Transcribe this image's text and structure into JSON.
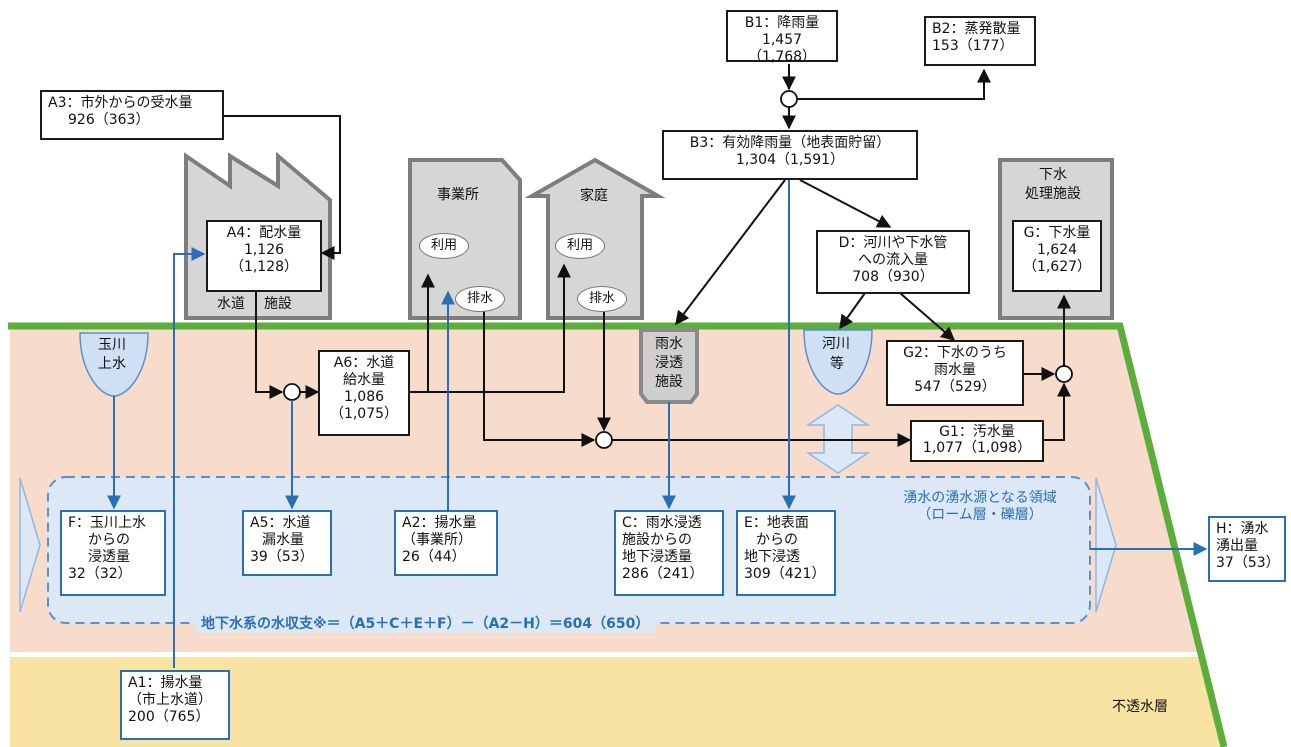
{
  "nodes": {
    "A1": {
      "lines": [
        "A1：揚水量",
        "（市上水道）",
        "200（765）"
      ]
    },
    "A2": {
      "lines": [
        "A2：揚水量",
        "（事業所）",
        "26（44）"
      ]
    },
    "A3": {
      "lines": [
        "A3：市外からの受水量",
        "926（363）"
      ]
    },
    "A4": {
      "lines": [
        "A4：配水量",
        "1,126",
        "（1,128）"
      ]
    },
    "A5": {
      "lines": [
        "A5：水道",
        "漏水量",
        "39（53）"
      ]
    },
    "A6": {
      "lines": [
        "A6：水道",
        "給水量",
        "1,086",
        "（1,075）"
      ]
    },
    "B1": {
      "lines": [
        "B1：降雨量",
        "1,457（1,768）"
      ]
    },
    "B2": {
      "lines": [
        "B2：蒸発散量",
        "153（177）"
      ]
    },
    "B3": {
      "lines": [
        "B3：有効降雨量（地表面貯留）",
        "1,304（1,591）"
      ]
    },
    "C": {
      "lines": [
        "C：雨水浸透",
        "施設からの",
        "地下浸透量",
        "286（241）"
      ]
    },
    "D": {
      "lines": [
        "D：河川や下水管",
        "への流入量",
        "708（930）"
      ]
    },
    "E": {
      "lines": [
        "E：地表面",
        "からの",
        "地下浸透",
        "309（421）"
      ]
    },
    "F": {
      "lines": [
        "F：玉川上水",
        "からの",
        "浸透量",
        "32（32）"
      ]
    },
    "G": {
      "lines": [
        "G：下水量",
        "1,624",
        "（1,627）"
      ]
    },
    "G1": {
      "lines": [
        "G1：汚水量",
        "1,077（1,098）"
      ]
    },
    "G2": {
      "lines": [
        "G2：下水のうち",
        "雨水量",
        "547（529）"
      ]
    },
    "H": {
      "lines": [
        "H：湧水",
        "湧出量",
        "37（53）"
      ]
    }
  },
  "labels": {
    "jigyosho": "事業所",
    "katei": "家庭",
    "riyo": "利用",
    "haisui": "排水",
    "suido": "水道",
    "shisetsu": "施設",
    "gesui_1": "下水",
    "gesui_2": "処理施設",
    "tamagawa_1": "玉川",
    "tamagawa_2": "上水",
    "kasen_1": "河川",
    "kasen_2": "等",
    "ushin_1": "雨水",
    "ushin_2": "浸透",
    "ushin_3": "施設",
    "spring_zone_1": "湧水の湧水源となる領域",
    "spring_zone_2": "（ローム層・礫層）",
    "futosui": "不透水層",
    "balance": "地下水系の水収支※＝（A5＋C＋E＋F）－（A2－H）＝604（650）"
  },
  "colors": {
    "ground_green": "#5cae3a",
    "soil_pink": "#f8dccb",
    "aquifer_blue": "#dce8f6",
    "impermeable_yellow": "#f8e3a2",
    "building_gray": "#d6d6d6",
    "building_edge": "#7d7d7d",
    "flow_blue": "#2a6fb6",
    "arrow_light_blue": "#a9cbee"
  }
}
